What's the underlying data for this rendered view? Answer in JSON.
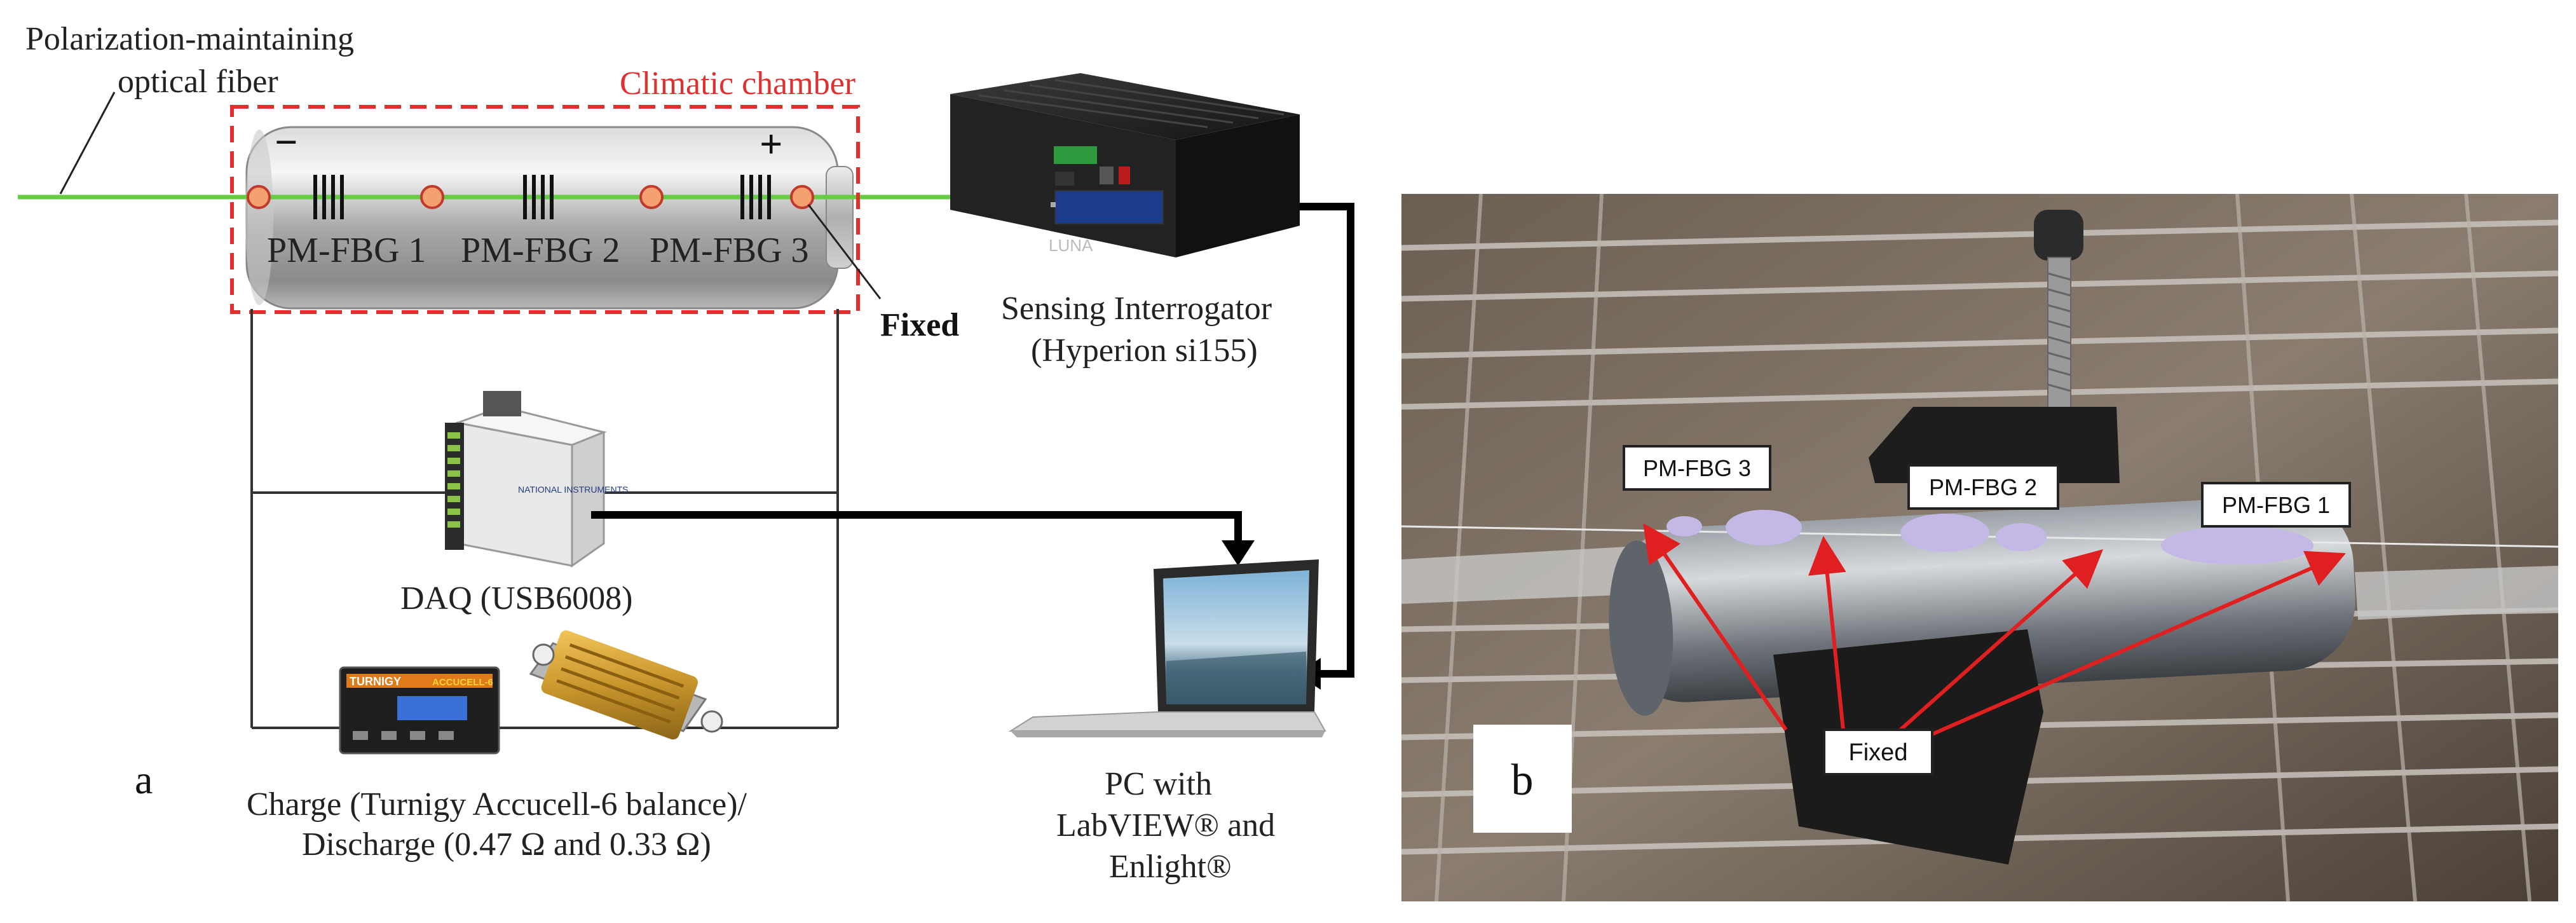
{
  "panel_a": {
    "fiber_label_line1": "Polarization-maintaining",
    "fiber_label_line2": "optical fiber",
    "chamber_label": "Climatic chamber",
    "polarity_negative": "−",
    "polarity_positive": "+",
    "sensors": [
      "PM-FBG 1",
      "PM-FBG 2",
      "PM-FBG 3"
    ],
    "fixed_label": "Fixed",
    "interrogator_line1": "Sensing Interrogator",
    "interrogator_line2": "(Hyperion si155)",
    "interrogator_brand": "LUNA",
    "daq_label": "DAQ (USB6008)",
    "daq_brand": "NATIONAL INSTRUMENTS",
    "charger_brand": "TURNIGY",
    "charger_model": "ACCUCELL-6",
    "charge_line1": "Charge (Turnigy Accucell-6 balance)/",
    "charge_line2": "Discharge (0.47 Ω and 0.33 Ω)",
    "pc_line1": "PC with",
    "pc_line2": "LabVIEW® and",
    "pc_line3": "Enlight®",
    "panel_letter": "a"
  },
  "panel_b": {
    "labels": [
      "PM-FBG 3",
      "PM-FBG 2",
      "PM-FBG 1"
    ],
    "fixed_label": "Fixed",
    "panel_letter": "b"
  },
  "colors": {
    "fiber": "#66cc44",
    "chamber_dash": "#e03030",
    "node_fill": "#f5a070",
    "arrow": "#e02020",
    "frame_bg": "#5a4e44"
  }
}
